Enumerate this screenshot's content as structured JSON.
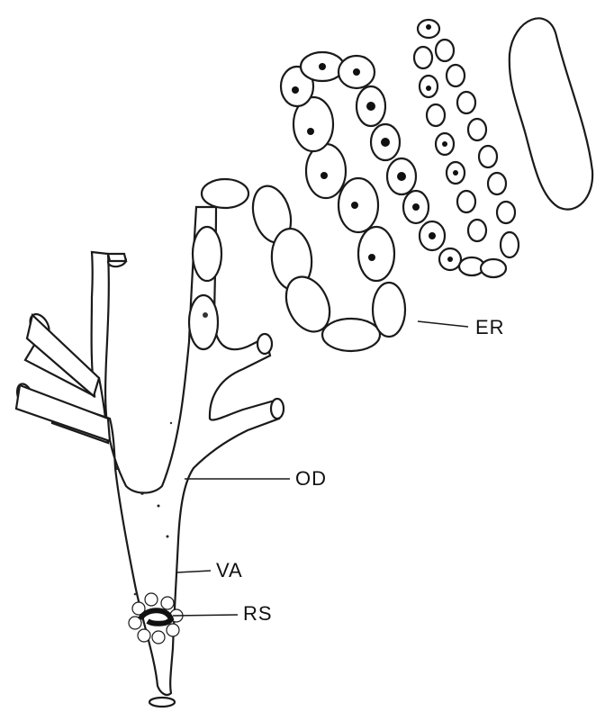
{
  "labels": {
    "er": "ER",
    "od": "OD",
    "va": "VA",
    "rs": "RS"
  }
}
